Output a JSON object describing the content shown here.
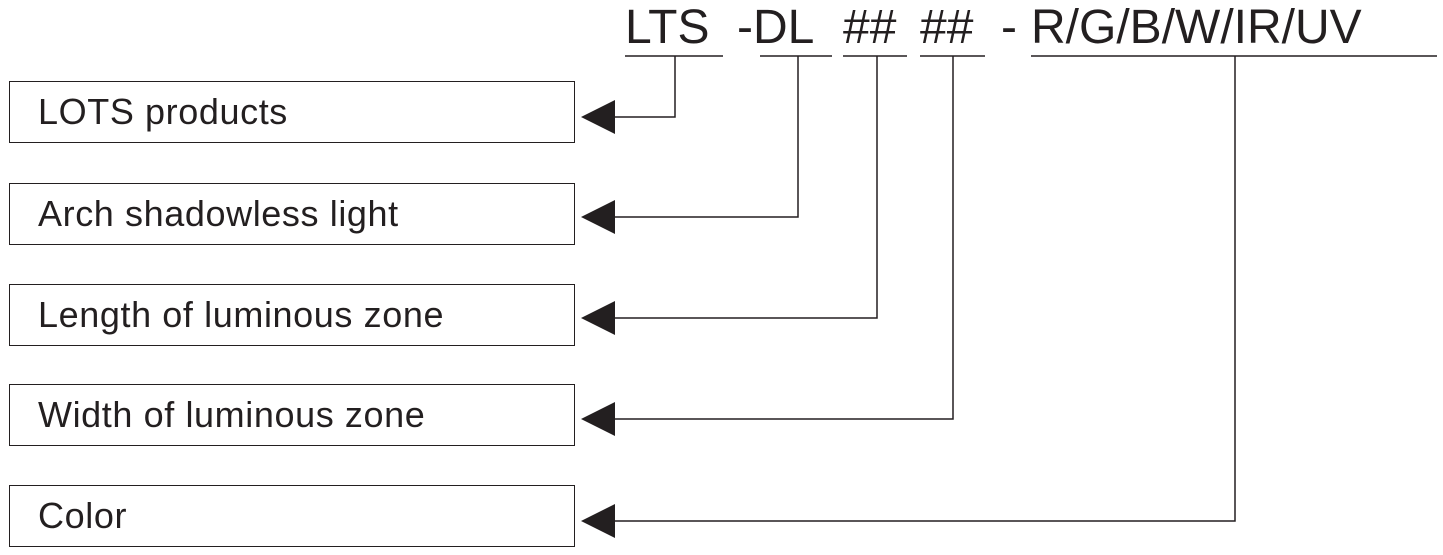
{
  "code": {
    "prefix": "LTS",
    "series": "-DL",
    "length": "##",
    "width": "##",
    "separator": "-",
    "colors": "R/G/B/W/IR/UV"
  },
  "fields": [
    {
      "label": "LOTS products"
    },
    {
      "label": "Arch shadowless light"
    },
    {
      "label": "Length of luminous zone"
    },
    {
      "label": "Width of luminous zone"
    },
    {
      "label": "Color"
    }
  ],
  "colors": {
    "ink": "#231f20"
  }
}
